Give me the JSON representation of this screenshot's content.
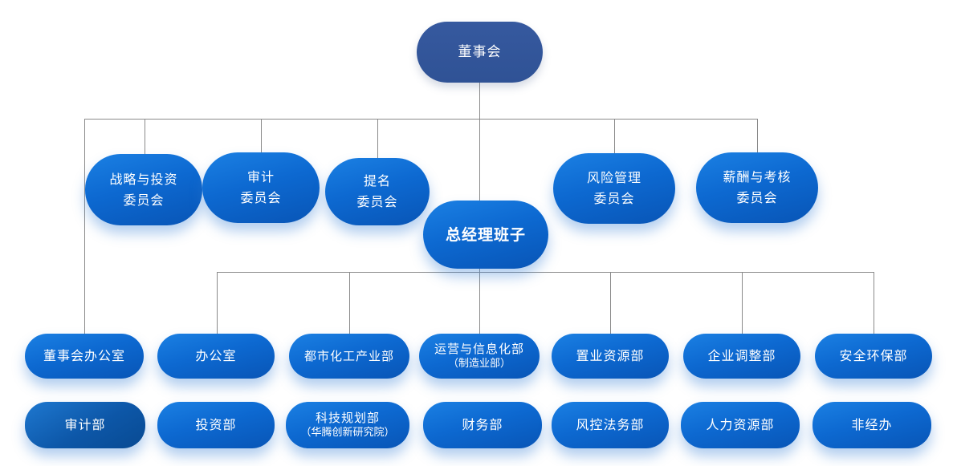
{
  "org_chart": {
    "board": {
      "label": "董事会"
    },
    "committees": [
      {
        "line1": "战略与投资",
        "line2": "委员会"
      },
      {
        "line1": "审计",
        "line2": "委员会"
      },
      {
        "line1": "提名",
        "line2": "委员会"
      },
      {
        "line1": "风险管理",
        "line2": "委员会"
      },
      {
        "line1": "薪酬与考核",
        "line2": "委员会"
      }
    ],
    "gm_team": {
      "label": "总经理班子"
    },
    "departments_row1": [
      {
        "label": "董事会办公室"
      },
      {
        "label": "办公室"
      },
      {
        "label": "都市化工产业部"
      },
      {
        "label": "运营与信息化部",
        "sublabel": "（制造业部）"
      },
      {
        "label": "置业资源部"
      },
      {
        "label": "企业调整部"
      },
      {
        "label": "安全环保部"
      }
    ],
    "departments_row2": [
      {
        "label": "审计部"
      },
      {
        "label": "投资部"
      },
      {
        "label": "科技规划部",
        "sublabel": "（华腾创新研究院）"
      },
      {
        "label": "财务部"
      },
      {
        "label": "风控法务部"
      },
      {
        "label": "人力资源部"
      },
      {
        "label": "非经办"
      }
    ]
  },
  "colors": {
    "board_fill": "#315399",
    "node_gradient_light": "#1B80E3",
    "node_gradient_dark": "#0855B6",
    "dark_node_gradient_light": "#1E78D0",
    "dark_node_gradient_dark": "#084A92",
    "connector": "#8A8A8A",
    "text": "#FFFFFF",
    "background": "#FFFFFF"
  }
}
